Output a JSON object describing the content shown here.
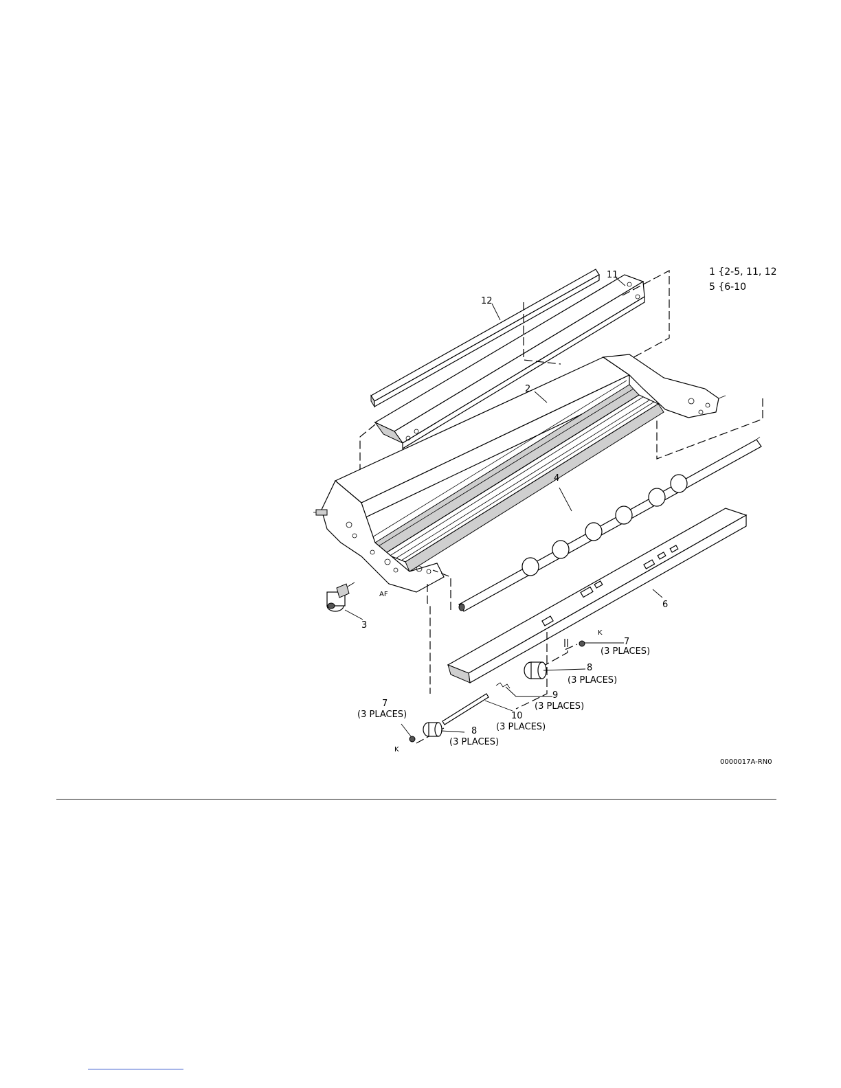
{
  "figure": {
    "legend": [
      "1 {2-5, 11, 12",
      "5 {6-10"
    ],
    "figure_id": "0000017A-RN0",
    "callouts": {
      "c11": "11",
      "c12": "12",
      "c2": "2",
      "c4": "4",
      "c6": "6",
      "c3": "3",
      "c7a_num": "7",
      "c7a_qty": "(3 PLACES)",
      "c8a_num": "8",
      "c8a_qty": "(3 PLACES)",
      "c9_num": "9",
      "c9_qty": "(3 PLACES)",
      "c10_num": "10",
      "c10_qty": "(3 PLACES)",
      "c7b_num": "7",
      "c7b_qty": "(3 PLACES)",
      "c8b_num": "8",
      "c8b_qty": "(3 PLACES)",
      "af": "AF",
      "k1": "K",
      "k2": "K"
    }
  }
}
